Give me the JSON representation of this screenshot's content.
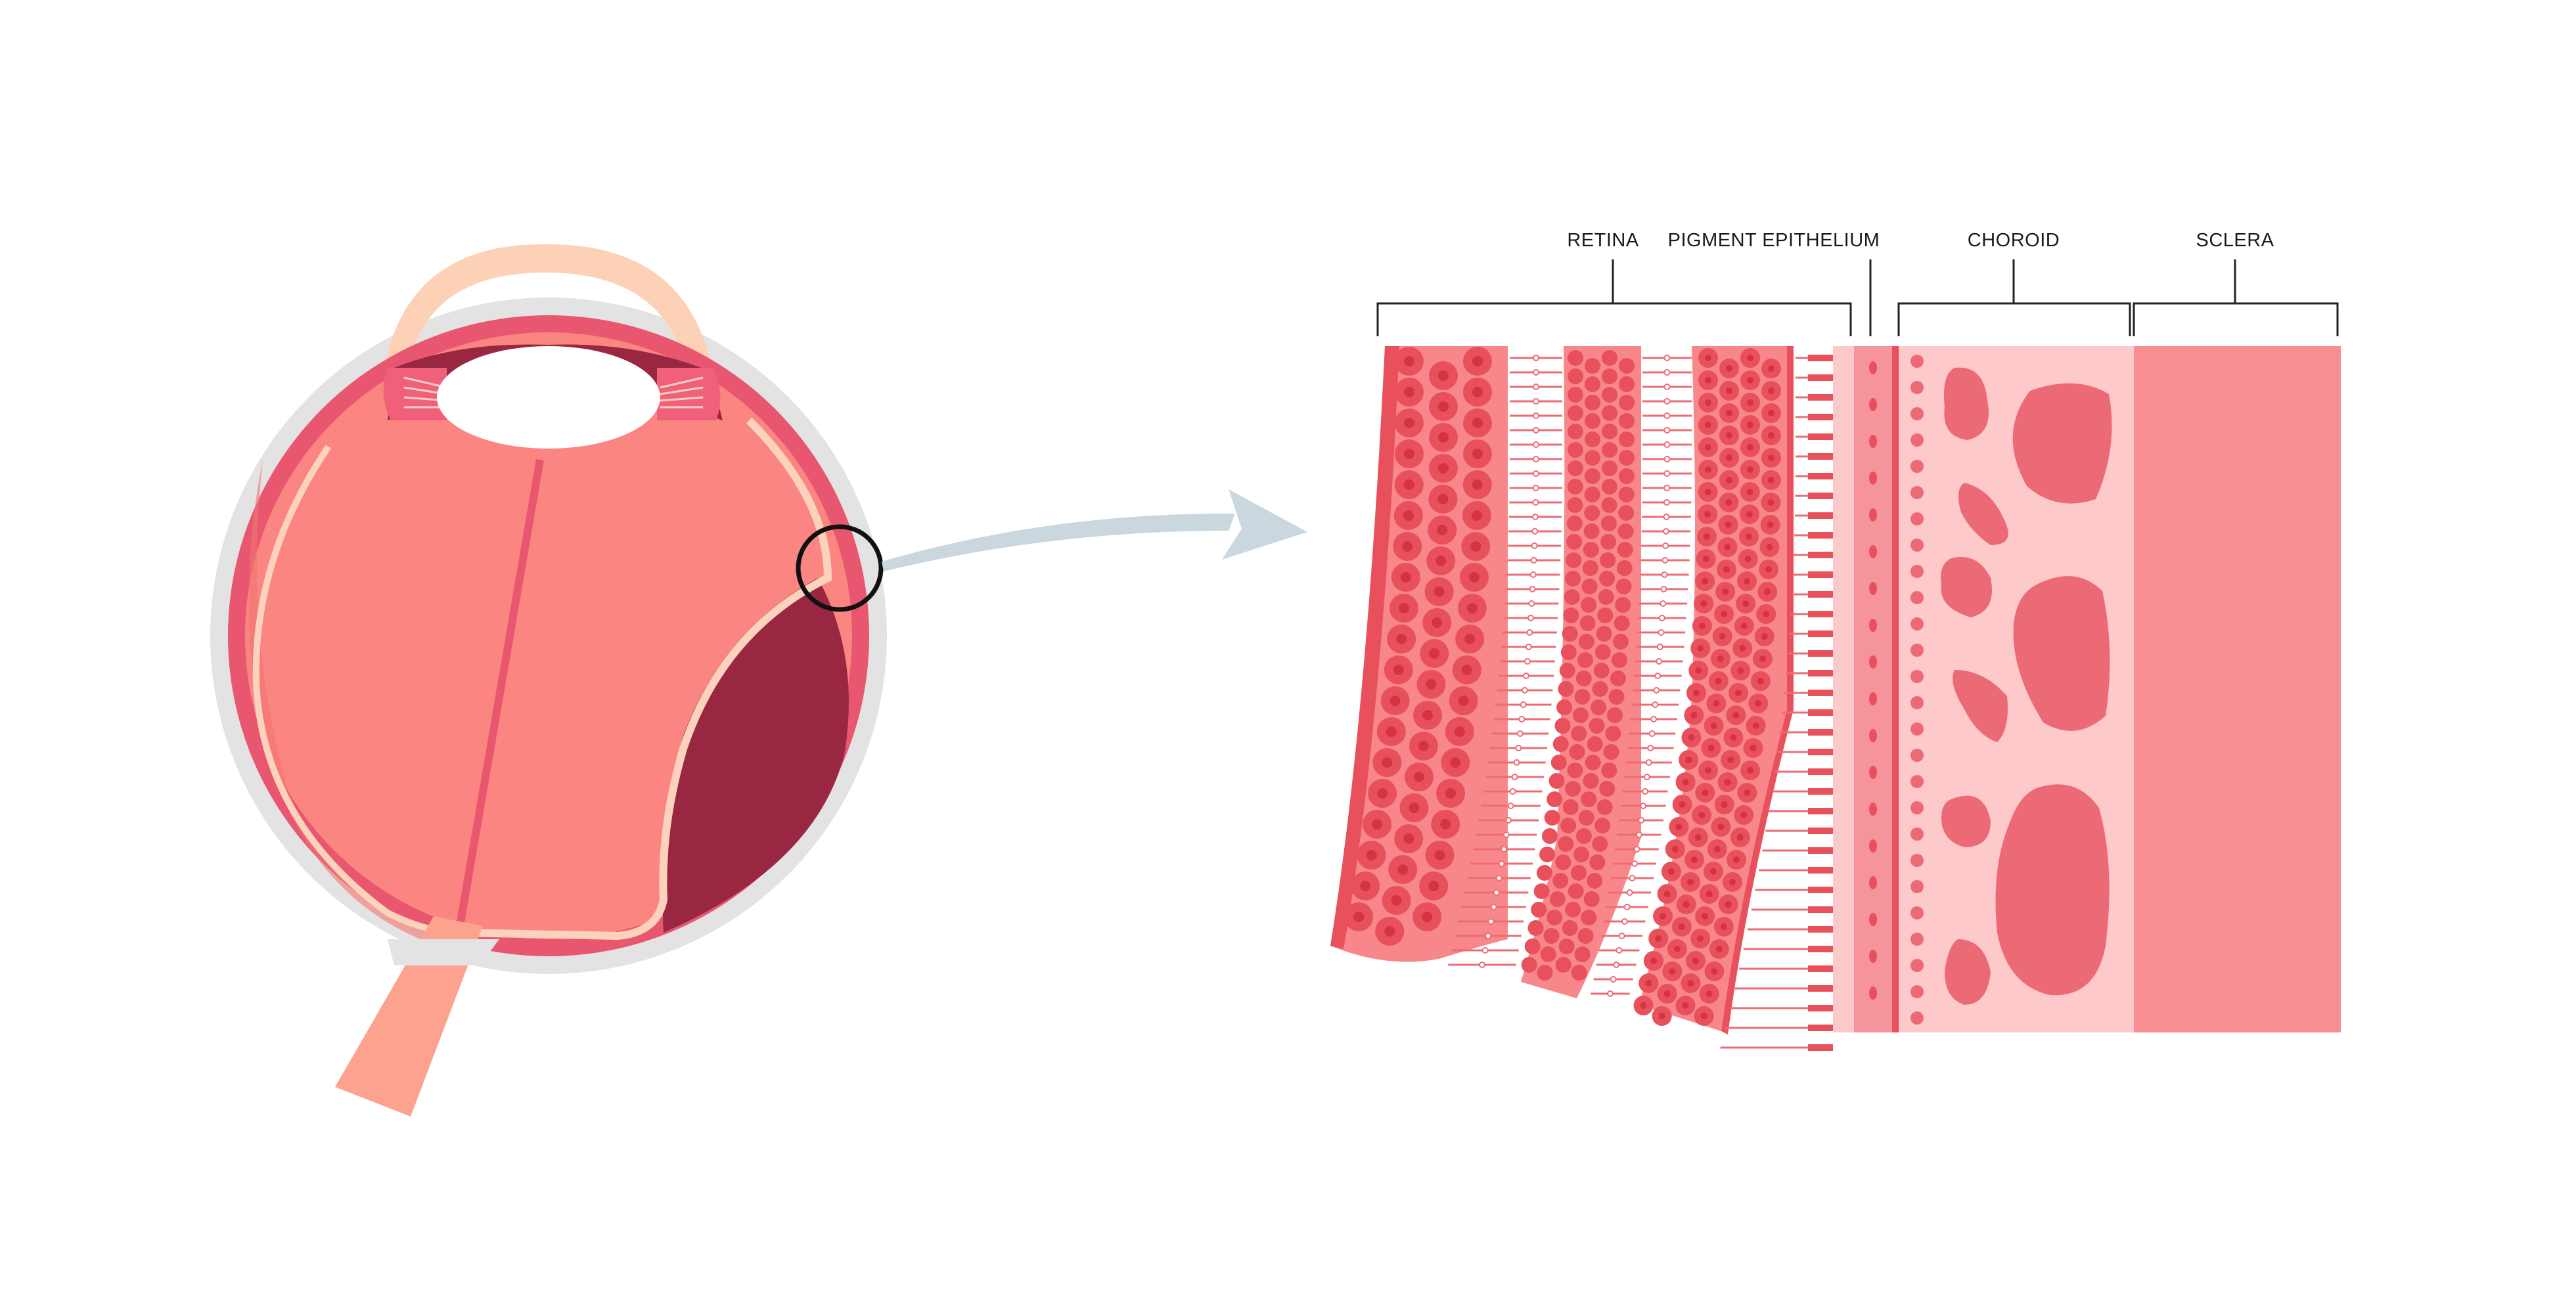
{
  "labels": {
    "retina": "RETINA",
    "pigment_epithelium": "PIGMENT EPITHELIUM",
    "choroid": "CHOROID",
    "sclera": "SCLERA"
  },
  "colors": {
    "eye_sclera_outline": "#e3e3e3",
    "eye_ring": "#e8566f",
    "vitreous": "#fb8580",
    "vitreous_dark": "#f27472",
    "lens": "#ffffff",
    "cornea": "#fdd1b6",
    "detached_area": "#9a2741",
    "retina_line": "#fbd3bd",
    "optic_nerve": "#fca28e",
    "arrow": "#cbd7df",
    "cell_layer": "#f7878a",
    "cell": "#e8505c",
    "cell_core": "#d43440",
    "fiber_layer": "#ffffff",
    "fiber": "#ec6c74",
    "pigment": "#f5949a",
    "choroid_bg": "#fdc9cb",
    "choroid_blob": "#ec6a76",
    "sclera_tissue": "#f78f92",
    "bracket": "#222222"
  }
}
